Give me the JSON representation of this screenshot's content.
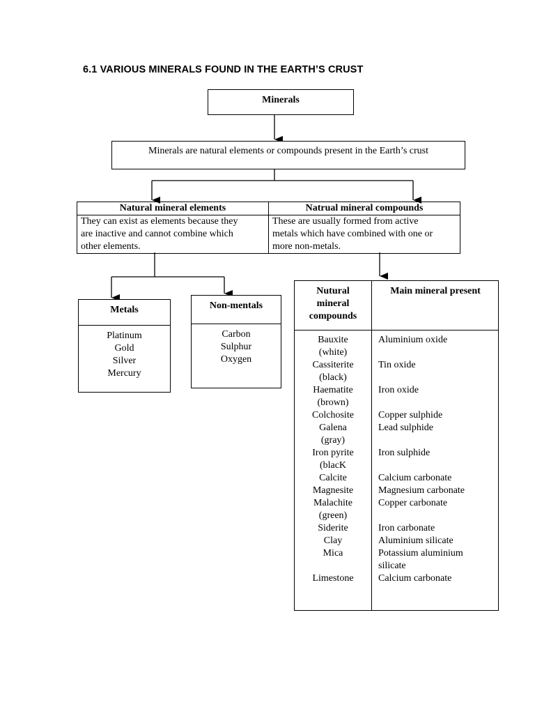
{
  "heading": "6.1 VARIOUS MINERALS FOUND IN THE EARTH’S CRUST",
  "minerals_box": "Minerals",
  "definition": "Minerals are natural elements or compounds present in the Earth’s crust",
  "elements": {
    "title": "Natural mineral elements",
    "description": [
      "They can exist as elements because they",
      "are inactive and cannot combine which",
      "other elements."
    ]
  },
  "compounds": {
    "title": "Natrual mineral compounds",
    "description": [
      "These are usually formed from active",
      "metals which have combined with one or",
      "more non-metals."
    ]
  },
  "metals": {
    "title": "Metals",
    "items": [
      "Platinum",
      "Gold",
      "Silver",
      "Mercury"
    ]
  },
  "nonmetals": {
    "title": "Non-mentals",
    "items": [
      "Carbon",
      "Sulphur",
      "Oxygen"
    ]
  },
  "compound_table": {
    "head_left": [
      "Nutural",
      "mineral",
      "compounds"
    ],
    "head_right": "Main mineral present",
    "rows": [
      {
        "name": [
          "Bauxite",
          "(white)"
        ],
        "mineral": [
          "Aluminium oxide",
          ""
        ]
      },
      {
        "name": [
          "Cassiterite",
          "(black)"
        ],
        "mineral": [
          "Tin oxide",
          ""
        ]
      },
      {
        "name": [
          "Haematite",
          "(brown)"
        ],
        "mineral": [
          "Iron oxide",
          ""
        ]
      },
      {
        "name": [
          "Colchosite"
        ],
        "mineral": [
          "Copper sulphide"
        ]
      },
      {
        "name": [
          "Galena",
          "(gray)"
        ],
        "mineral": [
          "Lead sulphide",
          ""
        ]
      },
      {
        "name": [
          "Iron pyrite",
          "(blacK"
        ],
        "mineral": [
          "Iron sulphide",
          ""
        ]
      },
      {
        "name": [
          "Calcite"
        ],
        "mineral": [
          "Calcium carbonate"
        ]
      },
      {
        "name": [
          "Magnesite"
        ],
        "mineral": [
          "Magnesium carbonate"
        ]
      },
      {
        "name": [
          "Malachite",
          "(green)"
        ],
        "mineral": [
          "Copper carbonate",
          ""
        ]
      },
      {
        "name": [
          "Siderite"
        ],
        "mineral": [
          "Iron carbonate"
        ]
      },
      {
        "name": [
          "Clay"
        ],
        "mineral": [
          "Aluminium silicate"
        ]
      },
      {
        "name": [
          "Mica",
          ""
        ],
        "mineral": [
          "Potassium aluminium",
          "silicate"
        ]
      },
      {
        "name": [
          "Limestone"
        ],
        "mineral": [
          "Calcium carbonate"
        ]
      }
    ]
  }
}
